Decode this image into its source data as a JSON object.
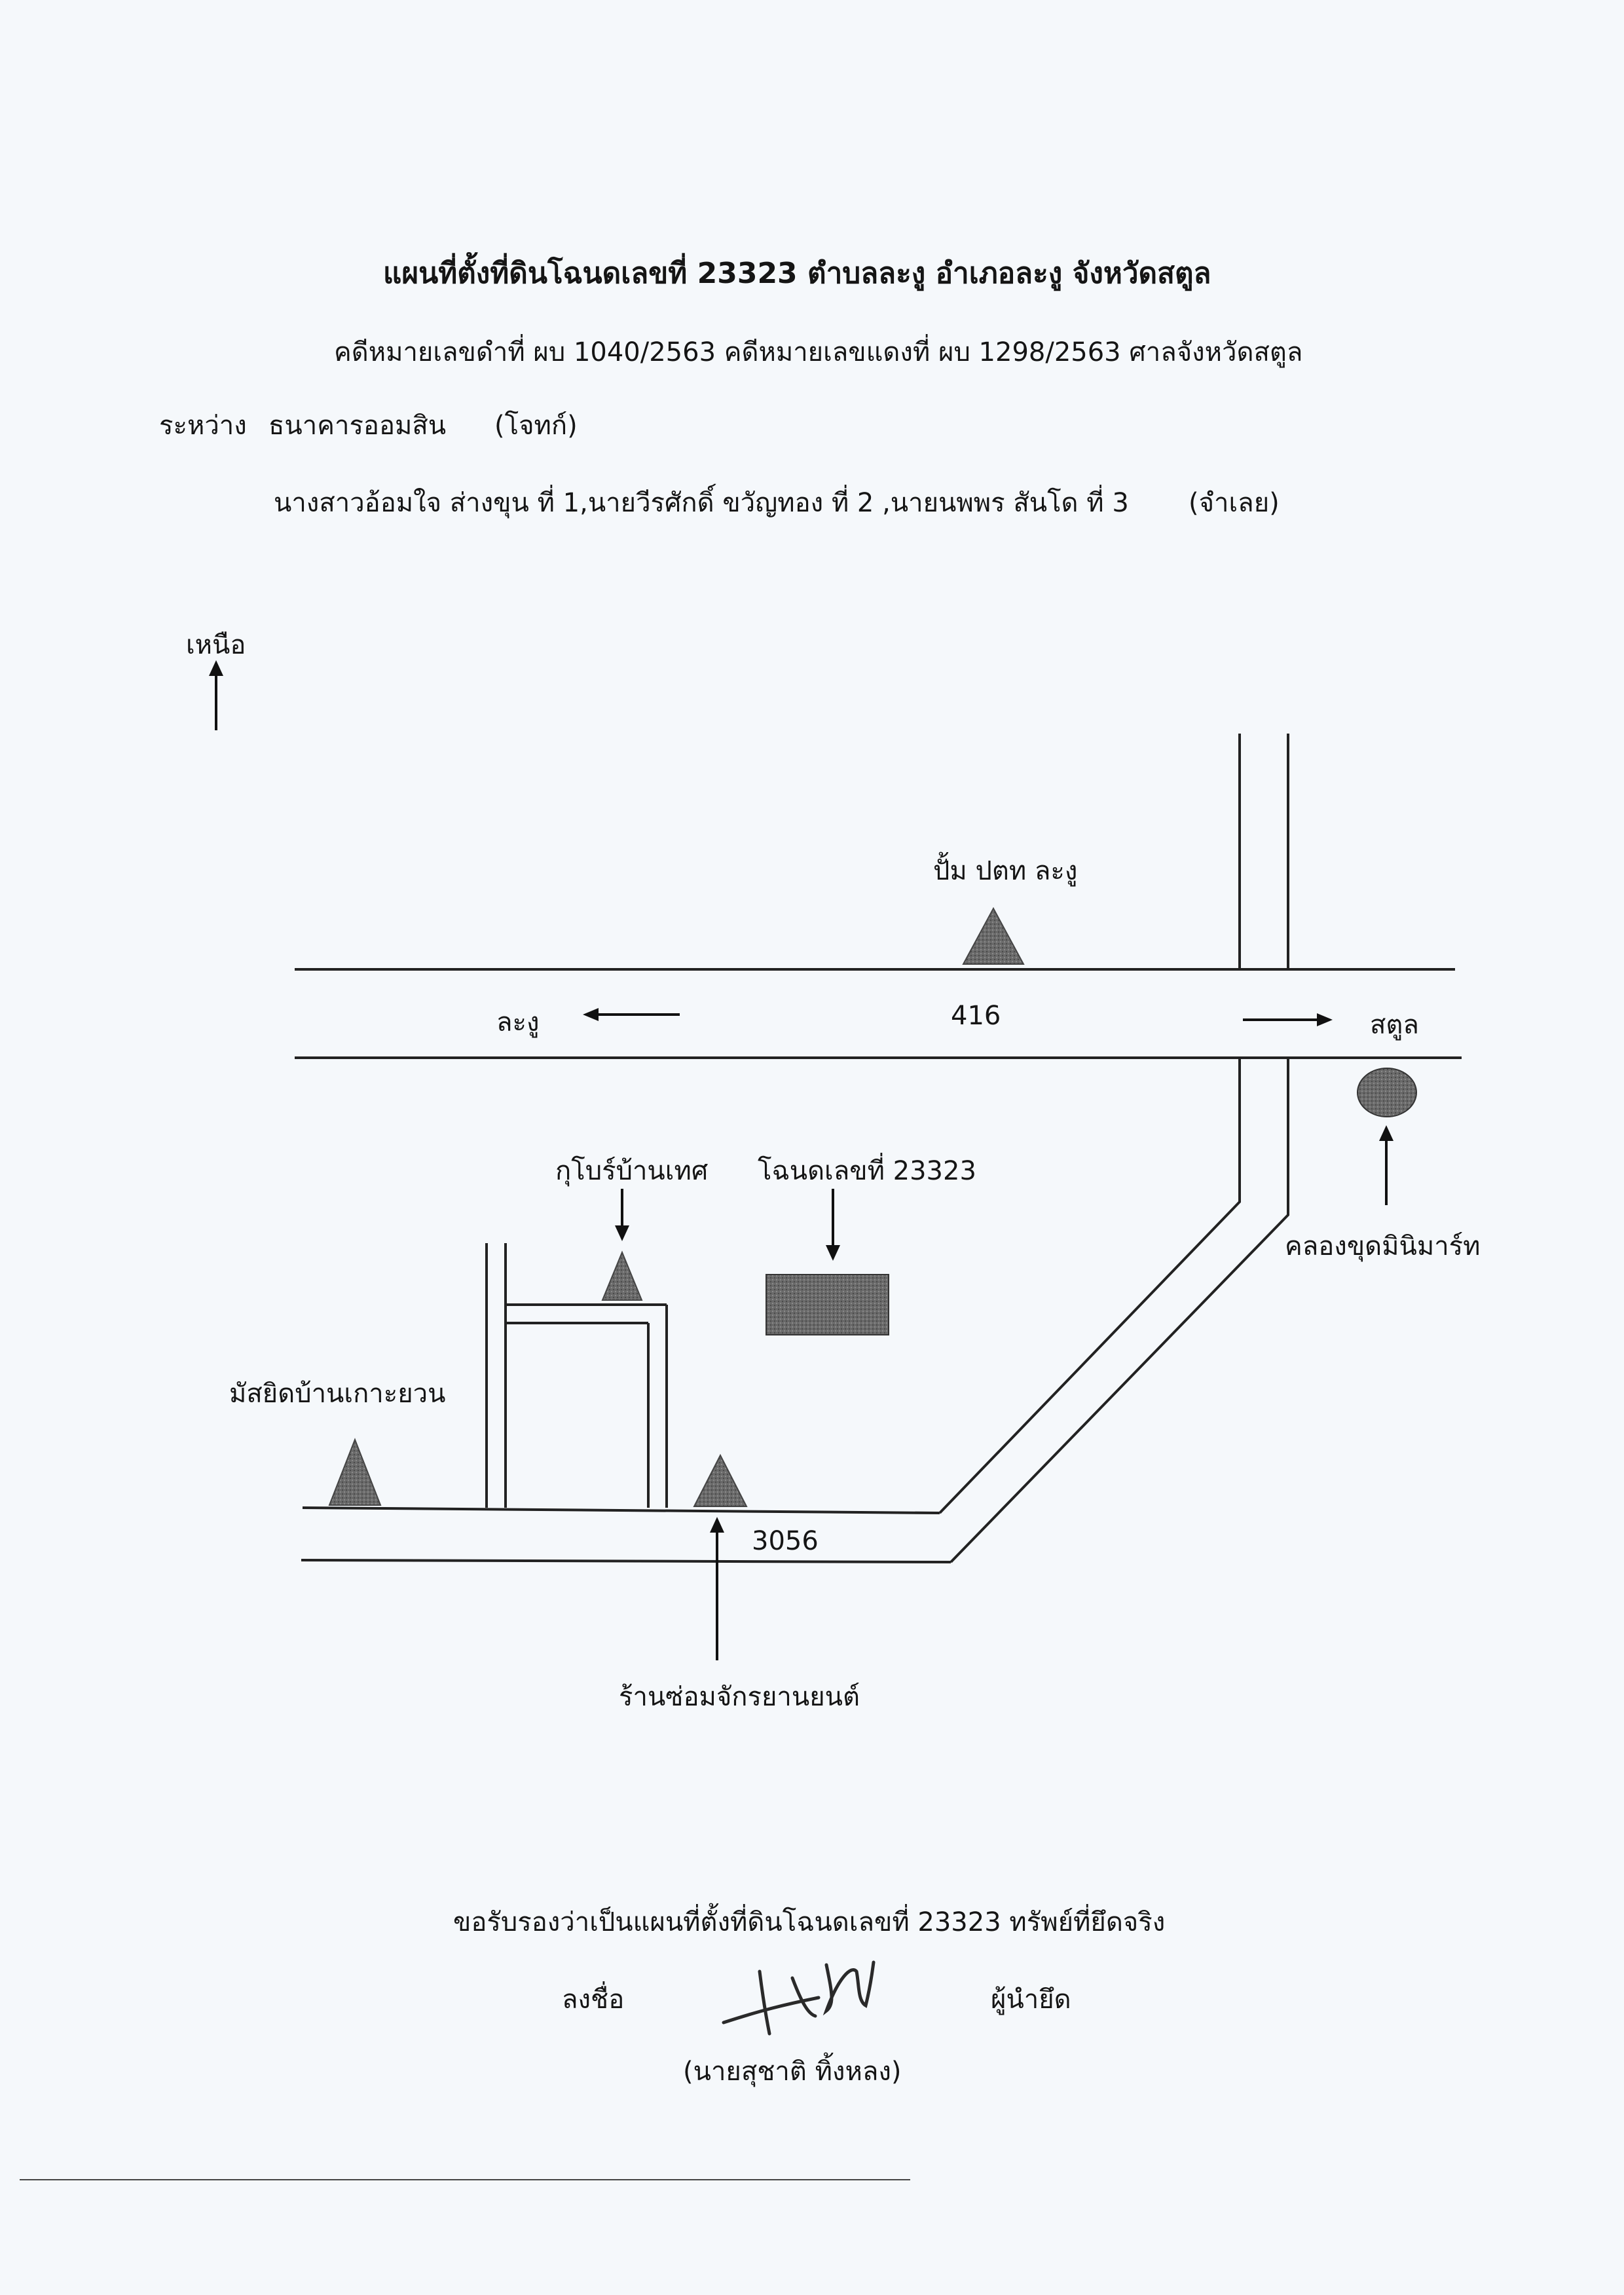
{
  "header": {
    "title": "แผนที่ตั้งที่ดินโฉนดเลขที่ 23323 ตำบลละงู อำเภอละงู จังหวัดสตูล",
    "case_line": "คดีหมายเลขดำที่ ผบ 1040/2563 คดีหมายเลขแดงที่ ผบ 1298/2563 ศาลจังหวัดสตูล",
    "between_label": "ระหว่าง",
    "plaintiff": "ธนาคารออมสิน",
    "plaintiff_role": "(โจทก์)",
    "defendants": "นางสาวอ้อมใจ ส่างขุน ที่ 1,นายวีรศักดิ์ ขวัญทอง ที่ 2 ,นายนพพร สันโด ที่ 3",
    "defendant_role": "(จำเลย)"
  },
  "map": {
    "north_label": "เหนือ",
    "gas_station": "ปั้ม ปตท ละงู",
    "road_main_number": "416",
    "dir_left": "ละงู",
    "dir_right": "สตูล",
    "canal": "คลองขุดมินิมาร์ท",
    "kupor": "กุโบร์บ้านเทศ",
    "deed_label": "โฉนดเลขที่ 23323",
    "mosque": "มัสยิดบ้านเกาะยวน",
    "road_lower_number": "3056",
    "repair_shop": "ร้านซ่อมจักรยานยนต์"
  },
  "footer": {
    "certify": "ขอรับรองว่าเป็นแผนที่ตั้งที่ดินโฉนดเลขที่ 23323  ทรัพย์ที่ยึดจริง",
    "sign_label": "ลงชื่อ",
    "signer_role": "ผู้นำยึด",
    "signer_name": "(นายสุชาติ  ทิ้งหลง)"
  }
}
